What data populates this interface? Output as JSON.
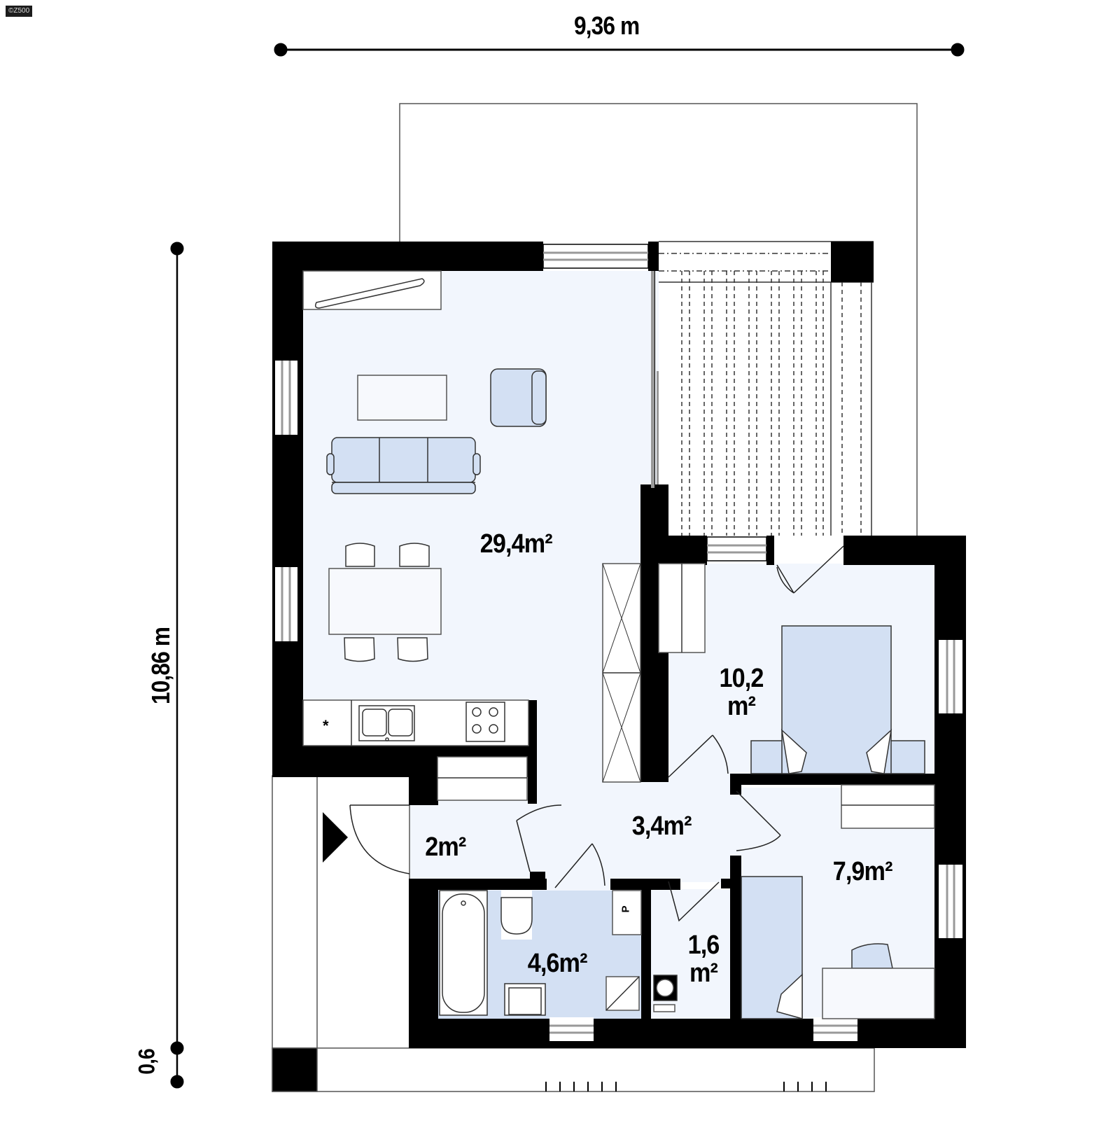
{
  "watermark": "©Z500",
  "dimensions": {
    "width": "9,36 m",
    "depth": "10,86 m",
    "overhang": "0,6"
  },
  "rooms": [
    {
      "id": "living-kitchen",
      "area": "29,4",
      "unit": "m²"
    },
    {
      "id": "bedroom-1",
      "area": "10,2",
      "unit": "m²"
    },
    {
      "id": "hall",
      "area": "3,4",
      "unit": "m²"
    },
    {
      "id": "vestibule",
      "area": "2",
      "unit": "m²"
    },
    {
      "id": "bathroom",
      "area": "4,6",
      "unit": "m²"
    },
    {
      "id": "utility",
      "area": "1,6",
      "unit": "m²"
    },
    {
      "id": "bedroom-2",
      "area": "7,9",
      "unit": "m²"
    }
  ],
  "symbols": {
    "boiler_label": "P",
    "fridge_label": "*"
  },
  "colors": {
    "wall": "#000000",
    "floor": "#f2f6fd",
    "bath_floor": "#d3e0f3",
    "furniture": "#d3e0f3",
    "window_glass": "#9a9a9a"
  }
}
